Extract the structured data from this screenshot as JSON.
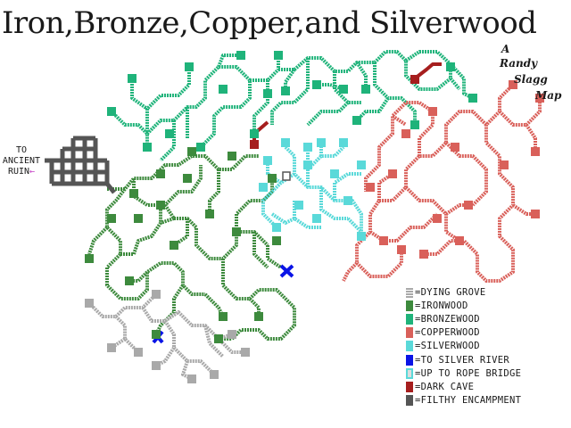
{
  "title": "Iron,Bronze,Copper,and Silverwood",
  "byline": [
    "A",
    "Randy",
    "Slagg",
    "Map"
  ],
  "exit_label": [
    "TO",
    "ANCIENT",
    "RUIN"
  ],
  "exit_arrow": "←",
  "colors": {
    "dying_grove": "#a9a9a9",
    "ironwood": "#3d8a3d",
    "bronzewood": "#1fb37a",
    "copperwood": "#d9605a",
    "silverwood": "#5ad9d9",
    "silver_river": "#0a14e6",
    "rope_bridge": "#5ad9d9",
    "dark_cave": "#a61e1e",
    "filthy_encampment": "#555555"
  },
  "legend": [
    {
      "label": "=DYING GROVE",
      "swatch": "#a9a9a9",
      "icon": "dying-grove-swatch"
    },
    {
      "label": "=IRONWOOD",
      "swatch": "#3d8a3d",
      "icon": "ironwood-swatch"
    },
    {
      "label": "=BRONZEWOOD",
      "swatch": "#1fb37a",
      "icon": "bronzewood-swatch"
    },
    {
      "label": "=COPPERWOOD",
      "swatch": "#d9605a",
      "icon": "copperwood-swatch"
    },
    {
      "label": "=SILVERWOOD",
      "swatch": "#5ad9d9",
      "icon": "silverwood-swatch"
    },
    {
      "label": "=TO SILVER RIVER",
      "swatch": "#0a14e6",
      "icon": "silver-river-swatch"
    },
    {
      "label": "=UP TO ROPE BRIDGE",
      "swatch": "#5ad9d9",
      "icon": "rope-bridge-swatch"
    },
    {
      "label": "=DARK CAVE",
      "swatch": "#a61e1e",
      "icon": "dark-cave-swatch"
    },
    {
      "label": "=FILTHY ENCAMPMENT",
      "swatch": "#555555",
      "icon": "filthy-encampment-swatch"
    }
  ]
}
